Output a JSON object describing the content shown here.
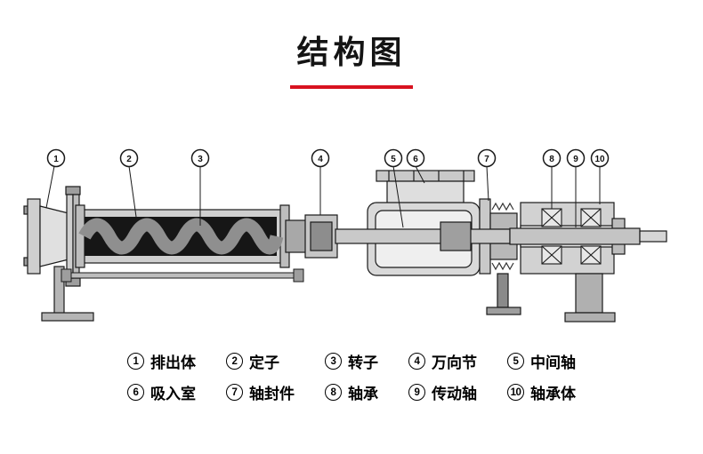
{
  "title": "结构图",
  "colors": {
    "accent": "#d8121f"
  },
  "diagram": {
    "callouts": [
      "1",
      "2",
      "3",
      "4",
      "5",
      "6",
      "7",
      "8",
      "9",
      "10"
    ]
  },
  "legend": {
    "rows": [
      [
        {
          "num": "1",
          "label": "排出体"
        },
        {
          "num": "2",
          "label": "定子"
        },
        {
          "num": "3",
          "label": "转子"
        },
        {
          "num": "4",
          "label": "万向节"
        },
        {
          "num": "5",
          "label": "中间轴"
        }
      ],
      [
        {
          "num": "6",
          "label": "吸入室"
        },
        {
          "num": "7",
          "label": "轴封件"
        },
        {
          "num": "8",
          "label": "轴承"
        },
        {
          "num": "9",
          "label": "传动轴"
        },
        {
          "num": "10",
          "label": "轴承体"
        }
      ]
    ]
  }
}
